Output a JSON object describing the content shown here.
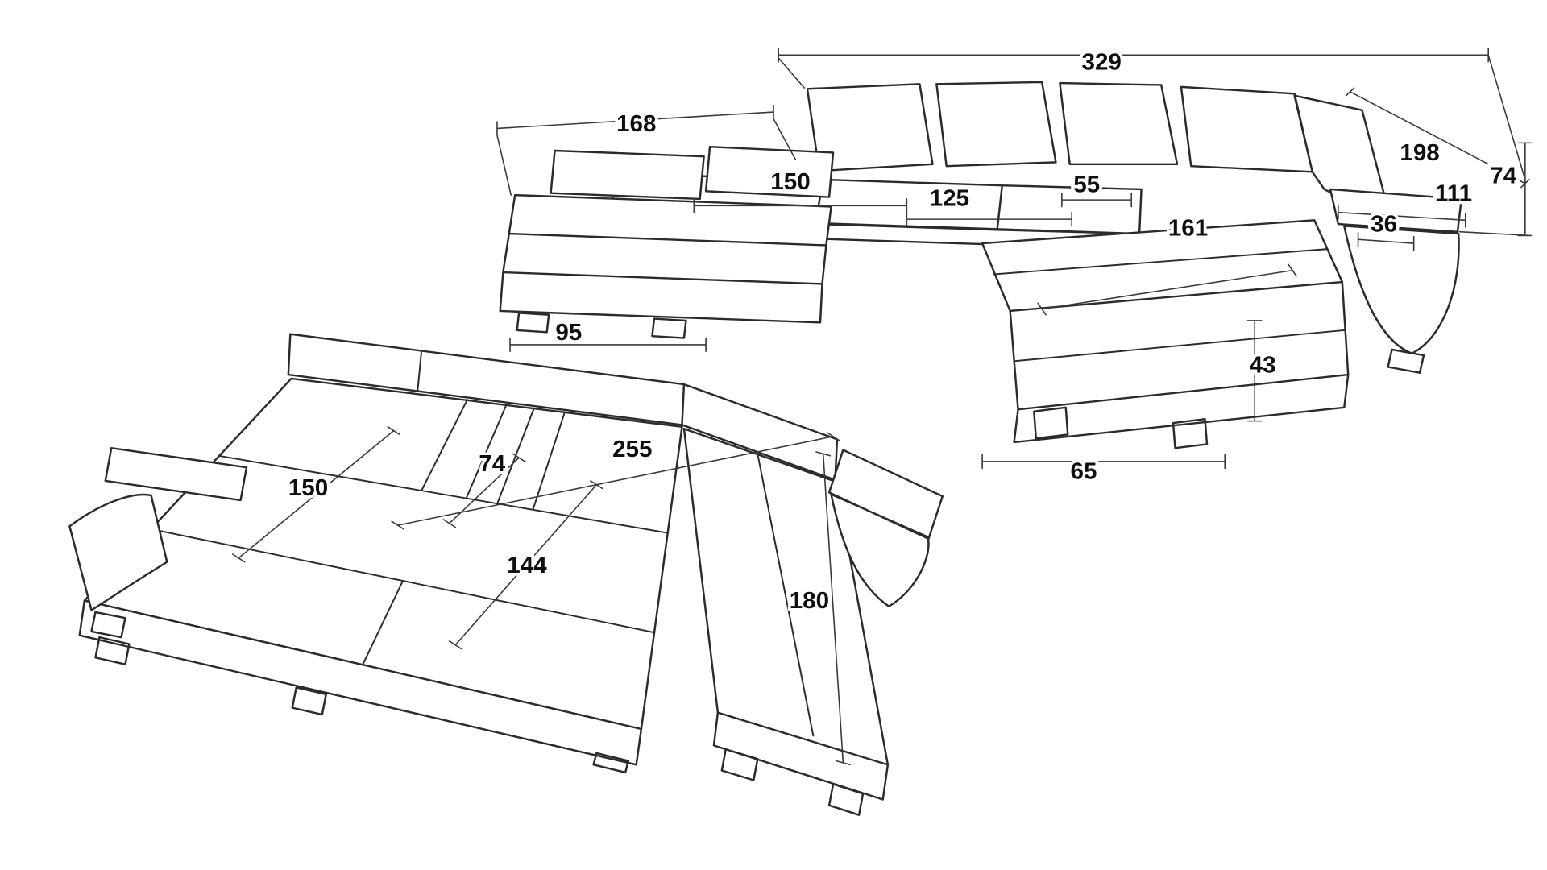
{
  "canvas": {
    "background": "#ffffff",
    "line_color": "#2b2b2b",
    "label_color": "#0f0f0f"
  },
  "assembled_view": {
    "dims": {
      "total_width": "329",
      "left_chaise_length": "168",
      "right_section_depth": "198",
      "overall_height": "74",
      "armrest_length": "111",
      "armrest_width": "36",
      "seat_left_width": "150",
      "seat_middle_width": "125",
      "seat_small_width": "55",
      "right_chaise_length": "161",
      "left_base_depth": "95",
      "base_height": "43",
      "right_base_width": "65"
    }
  },
  "bed_view": {
    "dims": {
      "seat_width": "150",
      "fold_section_width": "74",
      "bed_length": "255",
      "bed_width": "144",
      "chaise_length": "180"
    }
  }
}
